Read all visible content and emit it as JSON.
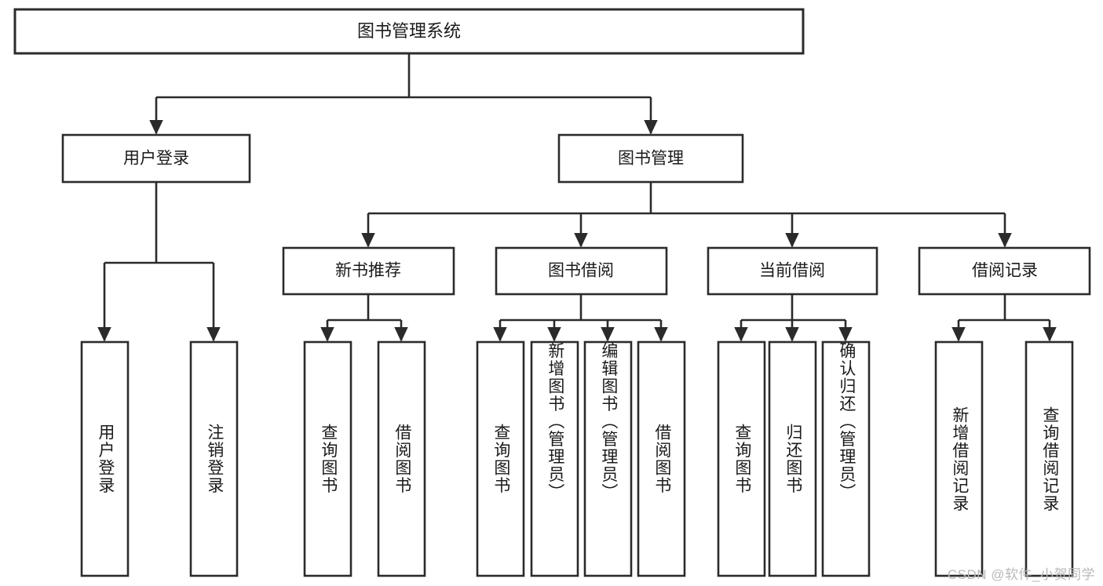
{
  "diagram": {
    "title": "图书管理系统",
    "type": "hierarchy-tree",
    "root": {
      "id": "root",
      "label": "图书管理系统",
      "orientation": "horizontal"
    },
    "level2": [
      {
        "id": "user-login",
        "label": "用户登录",
        "orientation": "horizontal"
      },
      {
        "id": "book-manage",
        "label": "图书管理",
        "orientation": "horizontal"
      }
    ],
    "level3": [
      {
        "id": "new-book-rec",
        "label": "新书推荐",
        "orientation": "horizontal",
        "parent": "book-manage"
      },
      {
        "id": "book-borrow",
        "label": "图书借阅",
        "orientation": "horizontal",
        "parent": "book-manage"
      },
      {
        "id": "current-borrow",
        "label": "当前借阅",
        "orientation": "horizontal",
        "parent": "book-manage"
      },
      {
        "id": "borrow-record",
        "label": "借阅记录",
        "orientation": "horizontal",
        "parent": "book-manage"
      }
    ],
    "leaves": [
      {
        "id": "leaf-user-login",
        "label": "用户登录",
        "orientation": "vertical",
        "parent": "user-login"
      },
      {
        "id": "leaf-user-logout",
        "label": "注销登录",
        "orientation": "vertical",
        "parent": "user-login"
      },
      {
        "id": "leaf-query-book-1",
        "label": "查询图书",
        "orientation": "vertical",
        "parent": "new-book-rec"
      },
      {
        "id": "leaf-borrow-book-1",
        "label": "借阅图书",
        "orientation": "vertical",
        "parent": "new-book-rec"
      },
      {
        "id": "leaf-query-book-2",
        "label": "查询图书",
        "orientation": "vertical",
        "parent": "book-borrow"
      },
      {
        "id": "leaf-add-book",
        "label": "新增图书（管理员）",
        "orientation": "vertical",
        "parent": "book-borrow"
      },
      {
        "id": "leaf-edit-book",
        "label": "编辑图书（管理员）",
        "orientation": "vertical",
        "parent": "book-borrow"
      },
      {
        "id": "leaf-borrow-book-2",
        "label": "借阅图书",
        "orientation": "vertical",
        "parent": "book-borrow"
      },
      {
        "id": "leaf-query-book-3",
        "label": "查询图书",
        "orientation": "vertical",
        "parent": "current-borrow"
      },
      {
        "id": "leaf-return-book",
        "label": "归还图书",
        "orientation": "vertical",
        "parent": "current-borrow"
      },
      {
        "id": "leaf-confirm-return",
        "label": "确认归还（管理员）",
        "orientation": "vertical",
        "parent": "current-borrow"
      },
      {
        "id": "leaf-add-record",
        "label": "新增借阅记录",
        "orientation": "vertical",
        "parent": "borrow-record"
      },
      {
        "id": "leaf-query-record",
        "label": "查询借阅记录",
        "orientation": "vertical",
        "parent": "borrow-record"
      }
    ],
    "colors": {
      "stroke": "#2b2b2b",
      "fill": "#ffffff",
      "text": "#1a1a1a",
      "watermark": "#b9b9b9"
    }
  },
  "watermark": {
    "text": "CSDN @软件_小贺同学"
  }
}
